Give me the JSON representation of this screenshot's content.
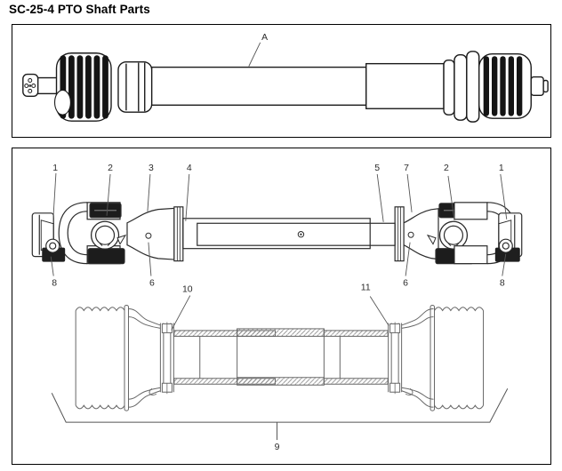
{
  "page": {
    "title": "SC-25-4 PTO Shaft Parts"
  },
  "assembled_view": {
    "callout_a": "A"
  },
  "exploded_view": {
    "top_callouts": [
      "1",
      "2",
      "3",
      "4",
      "5",
      "7",
      "2",
      "1"
    ],
    "left_lower_callouts": [
      "8",
      "6"
    ],
    "right_lower_callouts": [
      "6",
      "8"
    ],
    "guard_callouts": [
      "10",
      "11"
    ],
    "bracket_callout": "9"
  },
  "colors": {
    "background": "#ffffff",
    "line_dark": "#1a1a1a",
    "line_medium": "#2b2b2b",
    "line_light": "#666666"
  }
}
